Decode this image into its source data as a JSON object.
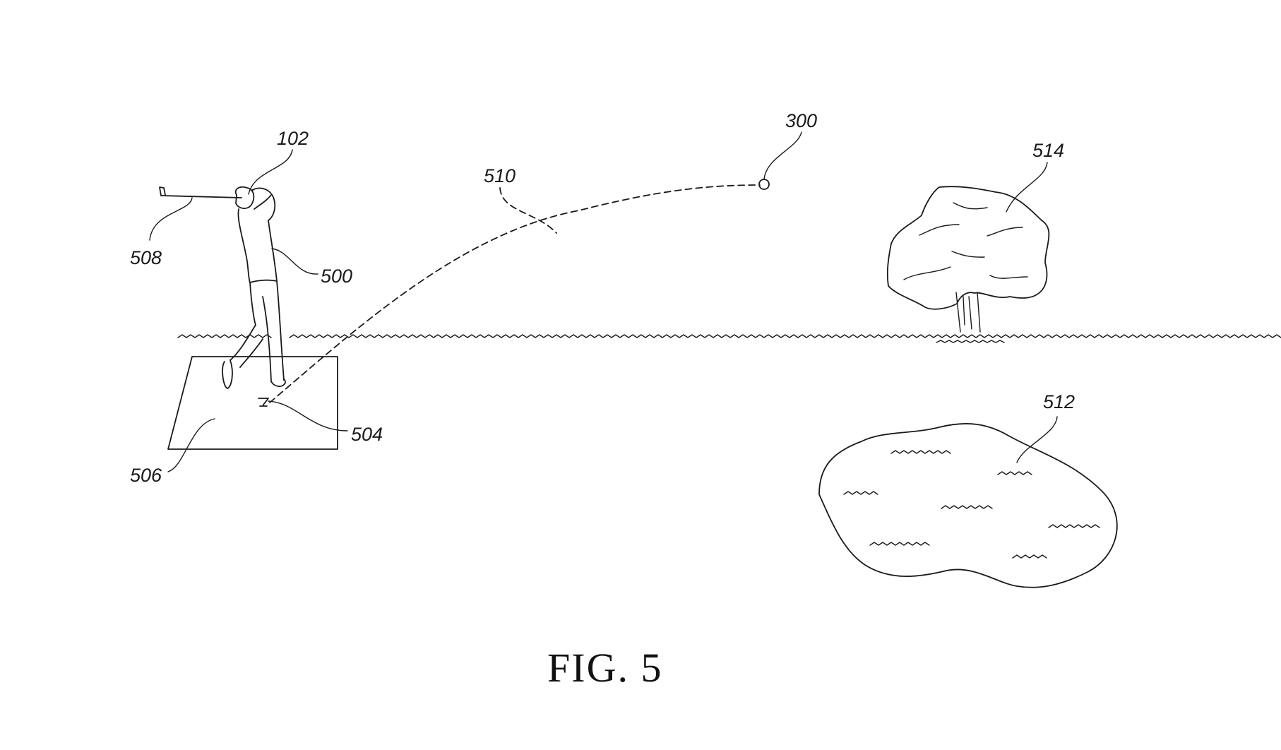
{
  "figure": {
    "caption": "FIG. 5",
    "labels": {
      "device": "102",
      "golfer": "500",
      "tee": "504",
      "mat": "506",
      "club": "508",
      "ball": "300",
      "trajectory": "510",
      "pond": "512",
      "tree": "514"
    },
    "colors": {
      "ink": "#1a1a1a",
      "background": "#ffffff"
    }
  }
}
